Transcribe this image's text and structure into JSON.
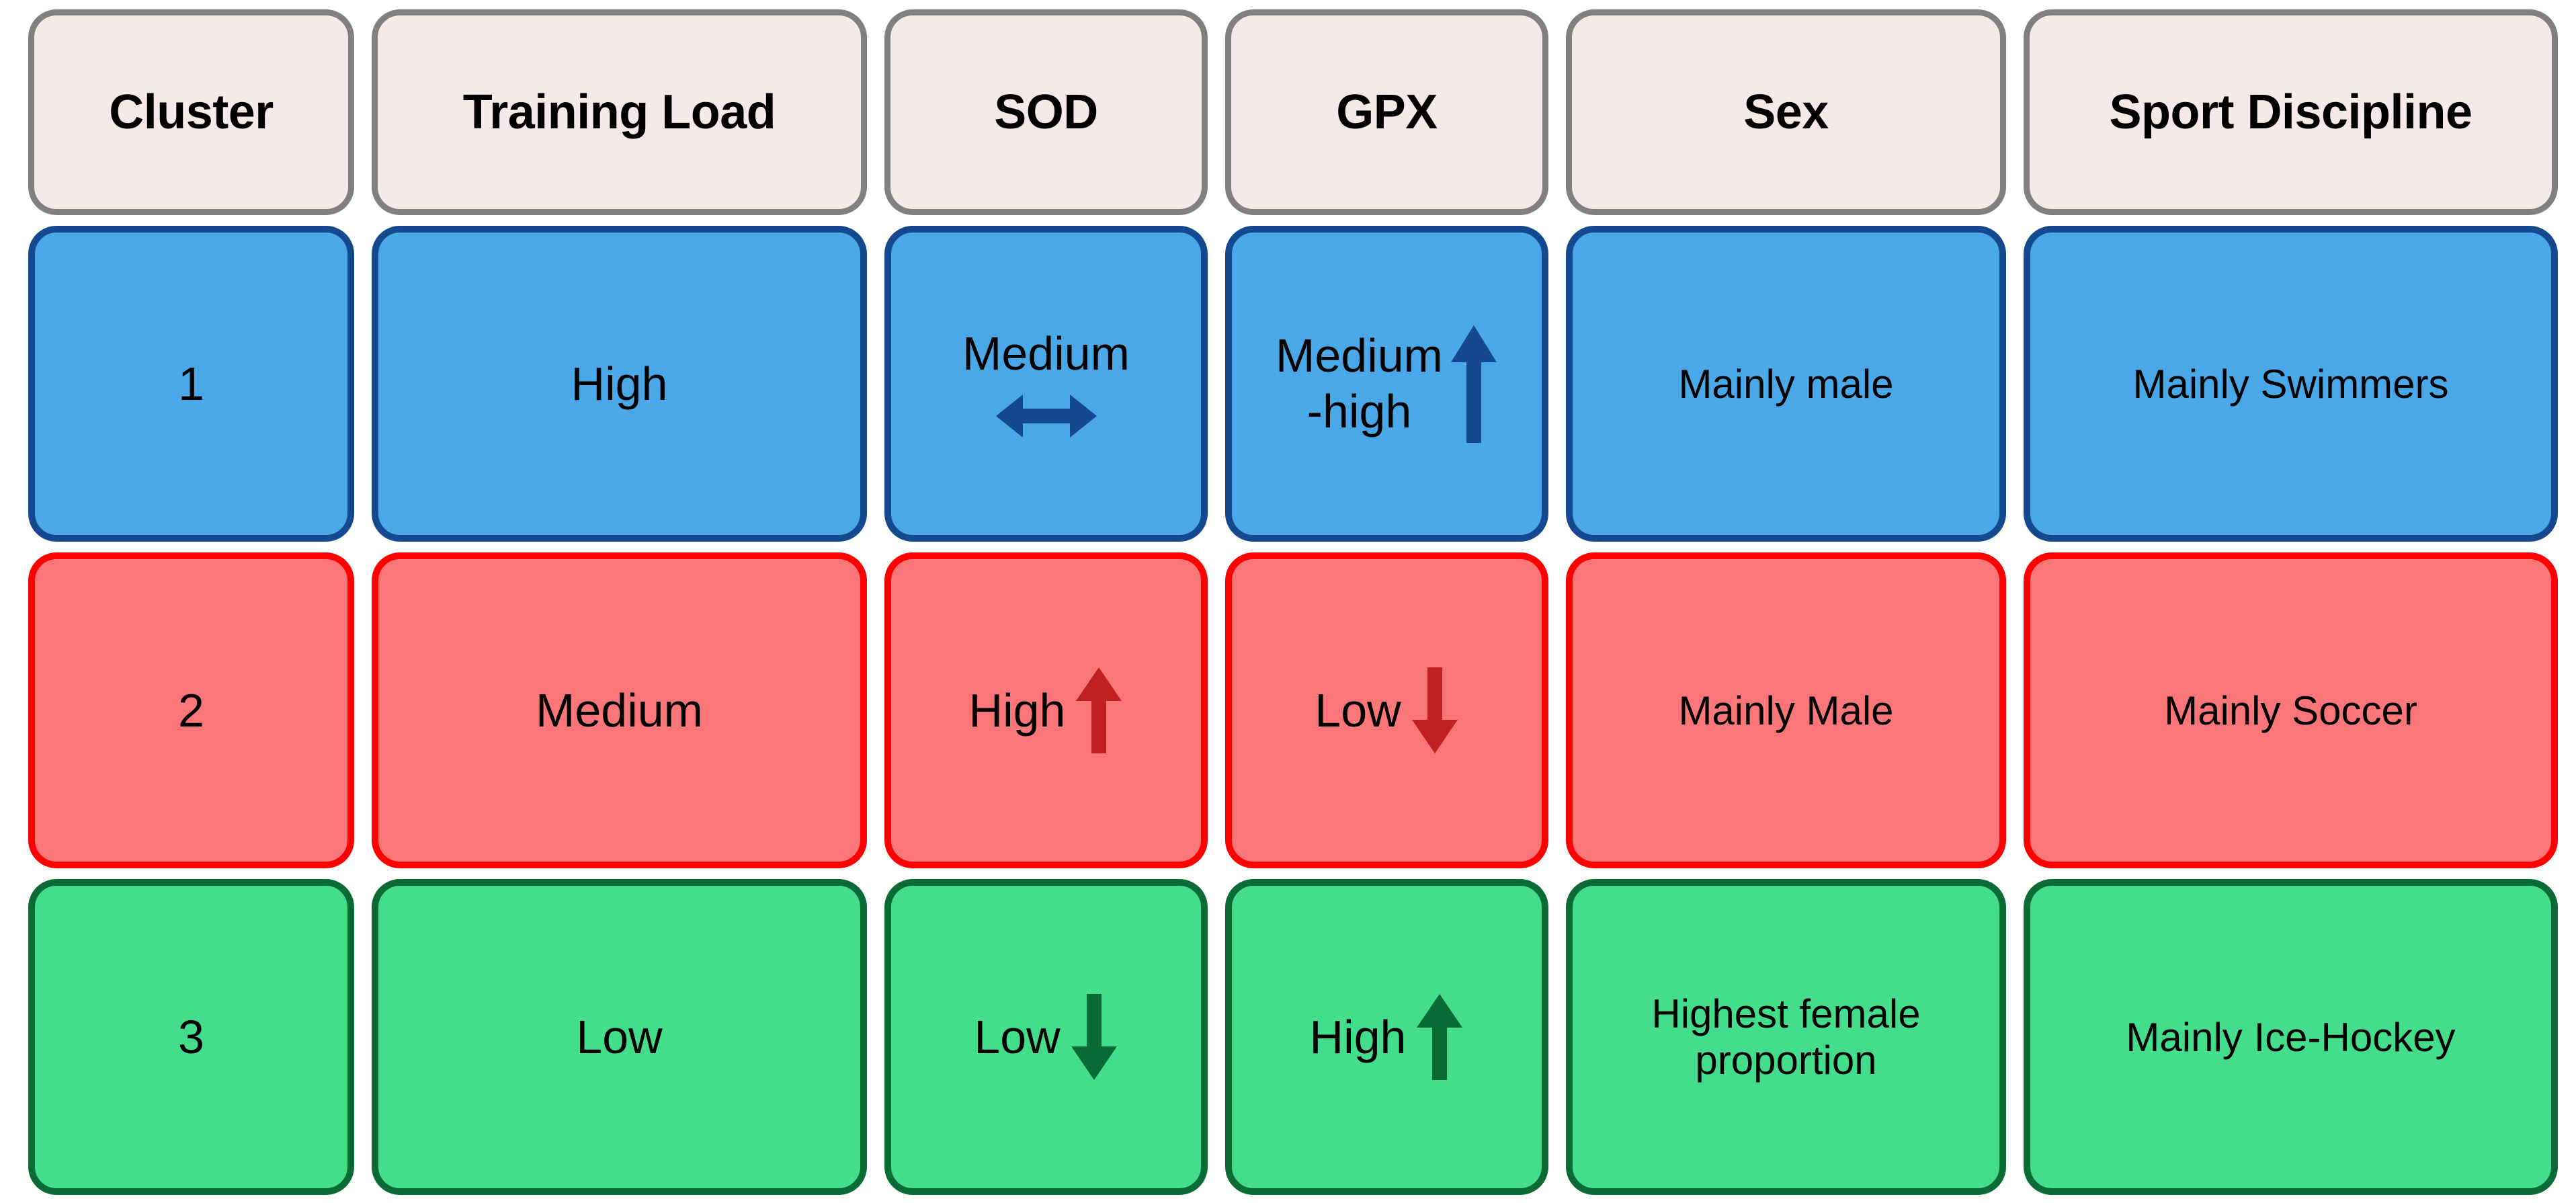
{
  "table": {
    "columns": [
      {
        "key": "cluster",
        "label": "Cluster"
      },
      {
        "key": "load",
        "label": "Training Load"
      },
      {
        "key": "sod",
        "label": "SOD"
      },
      {
        "key": "gpx",
        "label": "GPX"
      },
      {
        "key": "sex",
        "label": "Sex"
      },
      {
        "key": "sport",
        "label": "Sport Discipline"
      }
    ],
    "rows": [
      {
        "cluster": "1",
        "load": "High",
        "sod": "Medium",
        "sod_trend_icon": "left-right-arrow-icon",
        "gpx_line1": "Medium",
        "gpx_line2": "-high",
        "gpx_trend_icon": "up-arrow-icon",
        "sex": "Mainly male",
        "sport": "Mainly Swimmers",
        "fill": "#4aa8e8",
        "border": "#14498f",
        "arrow_color": "#14498f"
      },
      {
        "cluster": "2",
        "load": "Medium",
        "sod": "High",
        "sod_trend_icon": "up-arrow-icon",
        "gpx": "Low",
        "gpx_trend_icon": "down-arrow-icon",
        "sex": "Mainly Male",
        "sport": "Mainly Soccer",
        "fill": "#fb7679",
        "border": "#ff0000",
        "arrow_color": "#c02020"
      },
      {
        "cluster": "3",
        "load": "Low",
        "sod": "Low",
        "sod_trend_icon": "down-arrow-icon",
        "gpx": "High",
        "gpx_trend_icon": "up-arrow-icon",
        "sex": "Highest female\nproportion",
        "sport": "Mainly Ice-Hockey",
        "fill": "#44dd8c",
        "border": "#0b6b35",
        "arrow_color": "#0b6b35"
      }
    ]
  },
  "colors": {
    "header_fill": "#f5e9e9",
    "header_border": "#808080",
    "page_background": "#ffffff",
    "text": "#000000"
  }
}
